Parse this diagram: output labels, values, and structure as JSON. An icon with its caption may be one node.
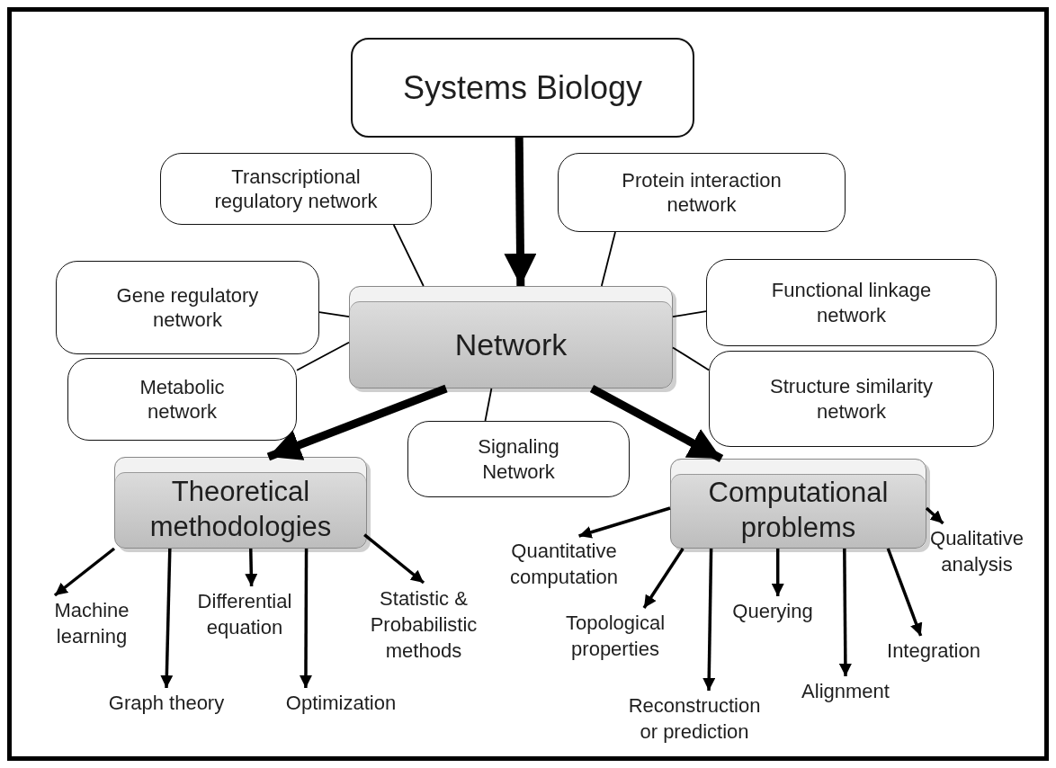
{
  "diagram": {
    "nodes": [
      {
        "text": [
          "Systems Biology"
        ]
      },
      {
        "text": [
          "Network"
        ]
      },
      {
        "text": [
          "Transcriptional regulatory network"
        ]
      },
      {
        "text": [
          "Protein interaction network"
        ]
      },
      {
        "text": [
          "Gene regulatory network"
        ]
      },
      {
        "text": [
          "Functional linkage network"
        ]
      },
      {
        "text": [
          "Metabolic network"
        ]
      },
      {
        "text": [
          "Structure similarity network"
        ]
      },
      {
        "text": [
          "Signaling Network"
        ]
      },
      {
        "text": [
          "Theoretical methodologies"
        ]
      },
      {
        "text": [
          "Computational problems"
        ]
      },
      {
        "text": [
          "Machine learning"
        ]
      },
      {
        "text": [
          "Graph theory"
        ]
      },
      {
        "text": [
          "Differential equation"
        ]
      },
      {
        "text": [
          "Optimization"
        ]
      },
      {
        "text": [
          "Statistic & Probabilistic methods"
        ]
      },
      {
        "text": [
          "Quantitative computation"
        ]
      },
      {
        "text": [
          "Topological properties"
        ]
      },
      {
        "text": [
          "Reconstruction or prediction"
        ]
      },
      {
        "text": [
          "Querying"
        ]
      },
      {
        "text": [
          "Alignment"
        ]
      },
      {
        "text": [
          "Integration"
        ]
      },
      {
        "text": [
          "Qualitative analysis"
        ]
      }
    ],
    "edges": [
      {
        "from": 0,
        "to": 1,
        "arrow": "to",
        "style": "thick"
      },
      {
        "from": 1,
        "to": 9,
        "arrow": "to",
        "style": "thick"
      },
      {
        "from": 1,
        "to": 10,
        "arrow": "to",
        "style": "thick"
      },
      {
        "from": 2,
        "to": 1,
        "arrow": "none"
      },
      {
        "from": 3,
        "to": 1,
        "arrow": "none"
      },
      {
        "from": 4,
        "to": 1,
        "arrow": "none"
      },
      {
        "from": 5,
        "to": 1,
        "arrow": "none"
      },
      {
        "from": 6,
        "to": 1,
        "arrow": "none"
      },
      {
        "from": 7,
        "to": 1,
        "arrow": "none"
      },
      {
        "from": 8,
        "to": 1,
        "arrow": "none"
      },
      {
        "from": 9,
        "to": 11,
        "arrow": "to"
      },
      {
        "from": 9,
        "to": 12,
        "arrow": "to"
      },
      {
        "from": 9,
        "to": 13,
        "arrow": "to"
      },
      {
        "from": 9,
        "to": 14,
        "arrow": "to"
      },
      {
        "from": 9,
        "to": 15,
        "arrow": "to"
      },
      {
        "from": 10,
        "to": 16,
        "arrow": "to"
      },
      {
        "from": 10,
        "to": 17,
        "arrow": "to"
      },
      {
        "from": 10,
        "to": 18,
        "arrow": "to"
      },
      {
        "from": 10,
        "to": 19,
        "arrow": "to"
      },
      {
        "from": 10,
        "to": 20,
        "arrow": "to"
      },
      {
        "from": 10,
        "to": 21,
        "arrow": "to"
      },
      {
        "from": 10,
        "to": 22,
        "arrow": "to"
      }
    ]
  }
}
